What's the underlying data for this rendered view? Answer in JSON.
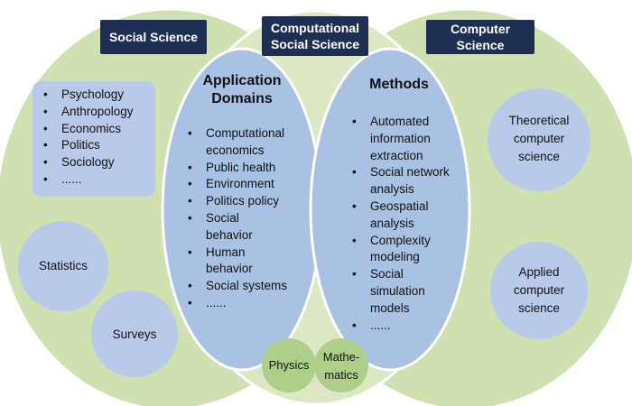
{
  "colors": {
    "outer_green": "#cfe0b1",
    "center_green": "#dbe8c3",
    "inner_blue": "#a9c1e3",
    "pill_blue": "#b9c9ea",
    "small_green": "#aecf8a",
    "header_navy": "#1f2e53",
    "outline": "#ffffff"
  },
  "headers": {
    "social_science": "Social Science",
    "computational_social_science": [
      "Computational",
      "Social Science"
    ],
    "computer_science": "Computer Science"
  },
  "social_science_list": [
    "Psychology",
    "Anthropology",
    "Economics",
    "Politics",
    "Sociology",
    "......"
  ],
  "application_domains": {
    "title": [
      "Application",
      "Domains"
    ],
    "items": [
      [
        "Computational",
        "economics"
      ],
      [
        "Public health"
      ],
      [
        "Environment"
      ],
      [
        "Politics policy"
      ],
      [
        "Social",
        "behavior"
      ],
      [
        "Human",
        "behavior"
      ],
      [
        "Social systems"
      ],
      [
        "......"
      ]
    ]
  },
  "methods": {
    "title": "Methods",
    "items": [
      [
        "Automated",
        "information",
        "extraction"
      ],
      [
        "Social network",
        "analysis"
      ],
      [
        "Geospatial",
        "analysis"
      ],
      [
        "Complexity",
        "modeling"
      ],
      [
        "Social",
        "simulation",
        "models"
      ],
      [
        "......"
      ]
    ]
  },
  "left_circles": {
    "statistics": "Statistics",
    "surveys": "Surveys"
  },
  "right_circles": {
    "theoretical": [
      "Theoretical",
      "computer",
      "science"
    ],
    "applied": [
      "Applied",
      "computer",
      "science"
    ]
  },
  "bottom_circles": {
    "physics": "Physics",
    "mathematics": [
      "Mathe-",
      "matics"
    ]
  }
}
